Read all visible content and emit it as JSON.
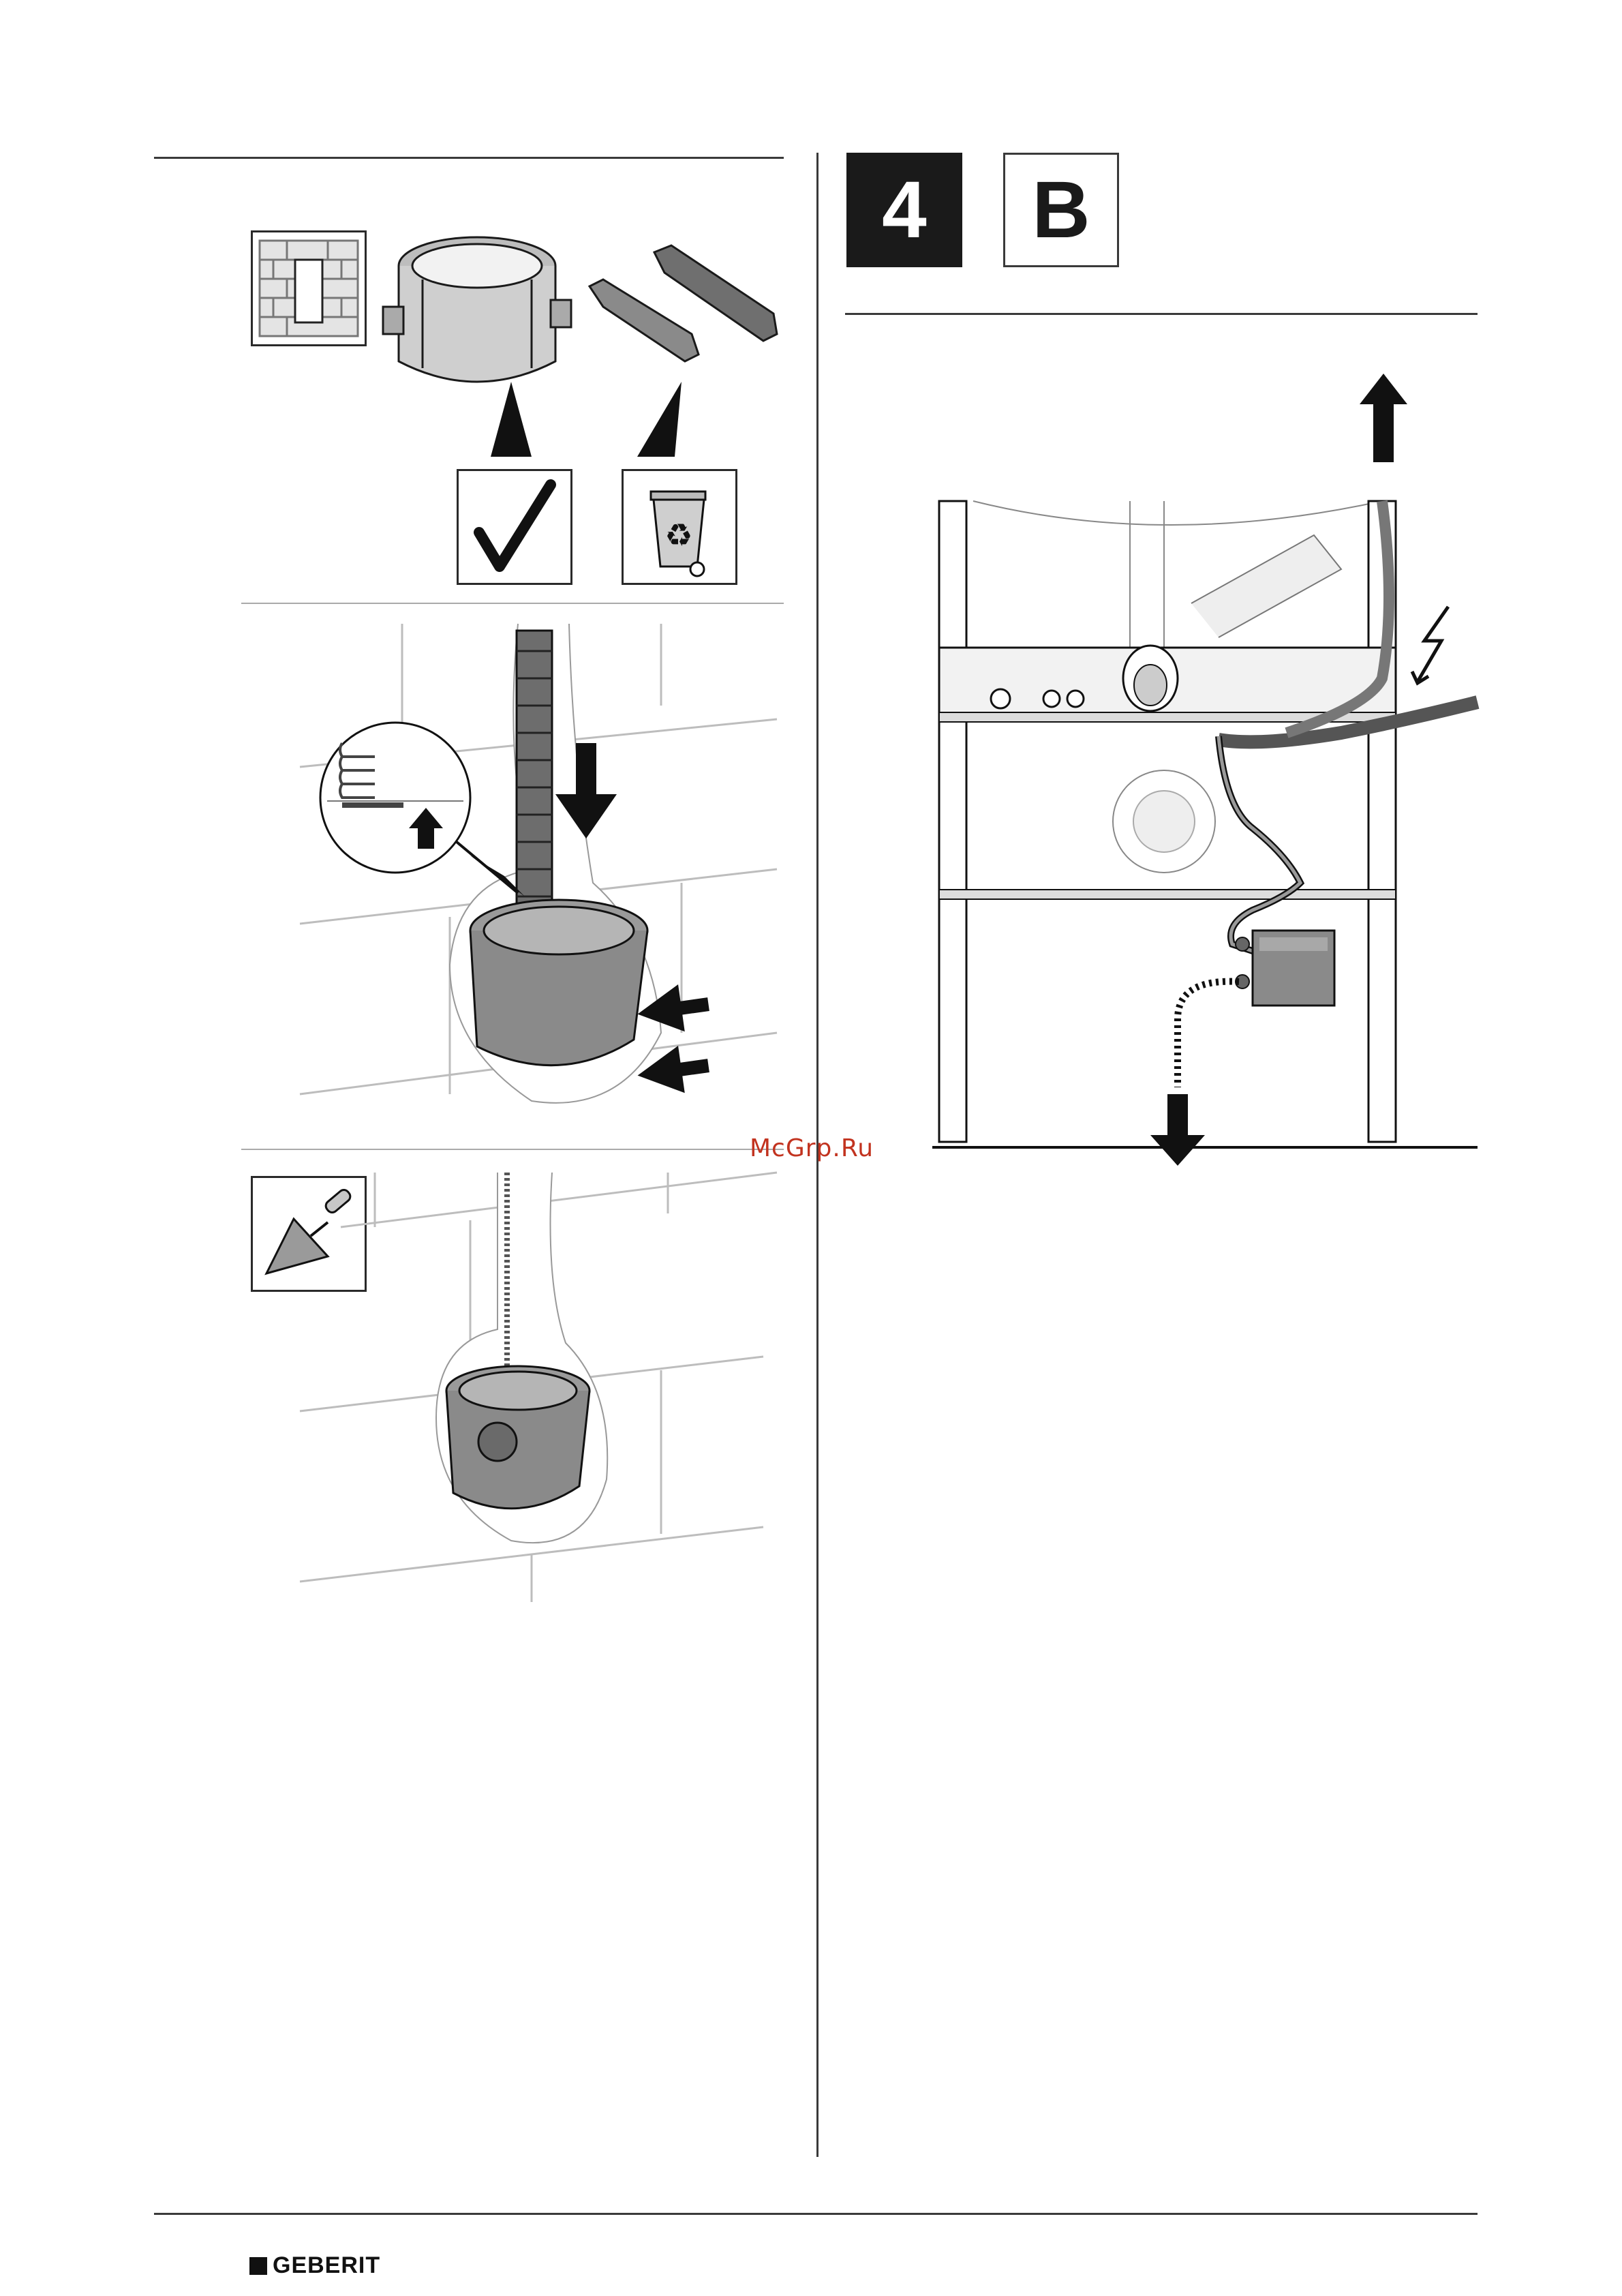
{
  "step": {
    "number": "4",
    "variant": "B"
  },
  "watermark": "McGrp.Ru",
  "footer": {
    "brand": "GEBERIT"
  },
  "icons": {
    "wall_mount": "wall-brick-icon",
    "keep": "checkmark-icon",
    "dispose": "recycle-bin-icon",
    "plaster": "trowel-icon",
    "power": "lightning-icon"
  }
}
